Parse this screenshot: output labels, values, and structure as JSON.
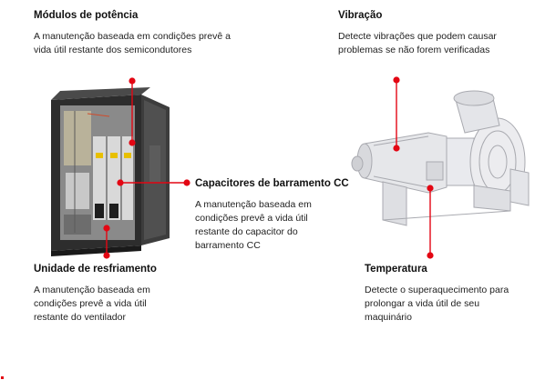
{
  "colors": {
    "accent": "#e30613",
    "text": "#1a1a1a",
    "cabinet": "#3a3a3a"
  },
  "sections": [
    {
      "id": "power-modules",
      "title": "Módulos de potência",
      "text": [
        "A manutenção baseada em condições prevê a",
        "vida útil restante dos semicondutores"
      ]
    },
    {
      "id": "vibration",
      "title": "Vibração",
      "text": [
        "Detecte vibrações que podem causar",
        "problemas se não forem verificadas"
      ]
    },
    {
      "id": "dc-capacitors",
      "title": "Capacitores de barramento CC",
      "text": [
        "A manutenção baseada em",
        "condições prevê a vida útil",
        "restante do capacitor do",
        "barramento CC"
      ]
    },
    {
      "id": "cooling-unit",
      "title": "Unidade de resfriamento",
      "text": [
        "A manutenção baseada em",
        "condições prevê a vida útil",
        "restante do ventilador"
      ]
    },
    {
      "id": "temperature",
      "title": "Temperatura",
      "text": [
        "Detecte o superaquecimento para",
        "prolongar a vida útil de seu",
        "maquinário"
      ]
    }
  ],
  "images": {
    "left": "drive-cabinet-image",
    "right": "pump-motor-image"
  }
}
